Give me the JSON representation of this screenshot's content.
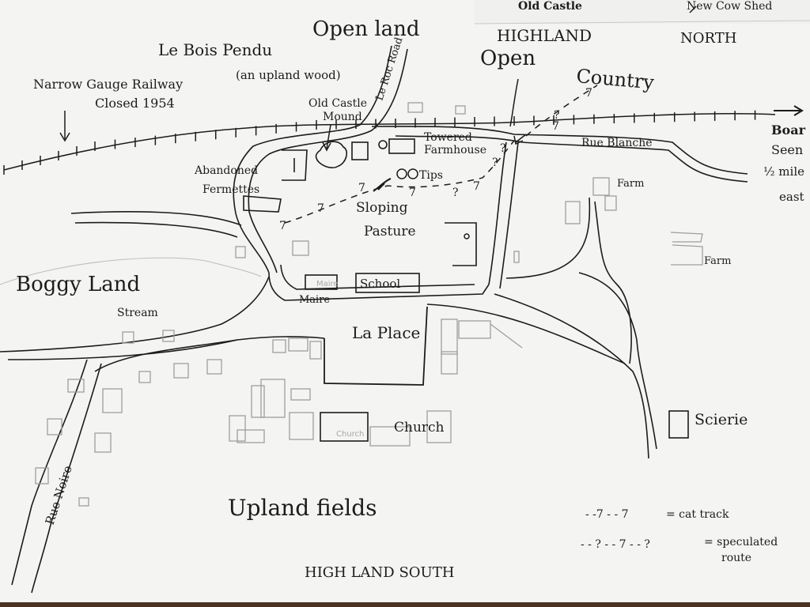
{
  "map": {
    "top_page": {
      "left_text": "Old Castle",
      "right_text": "New Cow Shed"
    },
    "headers": {
      "highland": "HIGHLAND",
      "north": "NORTH",
      "south": "HIGH LAND SOUTH"
    },
    "open_land": "Open land",
    "open_country_line1": "Open",
    "open_country_line2": "Country",
    "wood": {
      "name": "Le Bois Pendu",
      "note": "(an upland wood)"
    },
    "railway": {
      "line1": "Narrow Gauge Railway",
      "line2": "Closed 1954"
    },
    "old_castle_mound": {
      "line1": "Old Castle",
      "line2": "Mound"
    },
    "roads": {
      "le_roc_road": "Le Roc Road",
      "rue_blanche": "Rue Blanche",
      "rue_noire": "Rue Noire"
    },
    "towered_farmhouse": {
      "line1": "Towered",
      "line2": "Farmhouse"
    },
    "abandoned_fermettes": {
      "line1": "Abandoned",
      "line2": "Fermettes"
    },
    "tips": "Tips",
    "sloping_pasture": {
      "line1": "Sloping",
      "line2": "Pasture"
    },
    "boar": {
      "line1": "Boar",
      "line2": "Seen",
      "line3": "½ mile",
      "line4": "east"
    },
    "farm_1": "Farm",
    "farm_2": "Farm",
    "boggy_land": "Boggy Land",
    "stream": "Stream",
    "maire": "Maire",
    "school": "School",
    "la_place": "La Place",
    "church": "Church",
    "scierie": "Scierie",
    "upland_fields": "Upland fields",
    "legend": {
      "cat_track_symbol": "- -7 - - 7",
      "cat_track_label": "= cat track",
      "speculated_symbol": "- - ? - - 7 - - ?",
      "speculated_label_line1": "= speculated",
      "speculated_label_line2": "route"
    },
    "route_marks": {
      "question": "?",
      "arrow7": "7"
    },
    "colors": {
      "paper": "#f4f4f2",
      "ink": "#1c1c1c",
      "faint_ink": "#a8a8a8",
      "table": "#3a2a1e"
    }
  }
}
